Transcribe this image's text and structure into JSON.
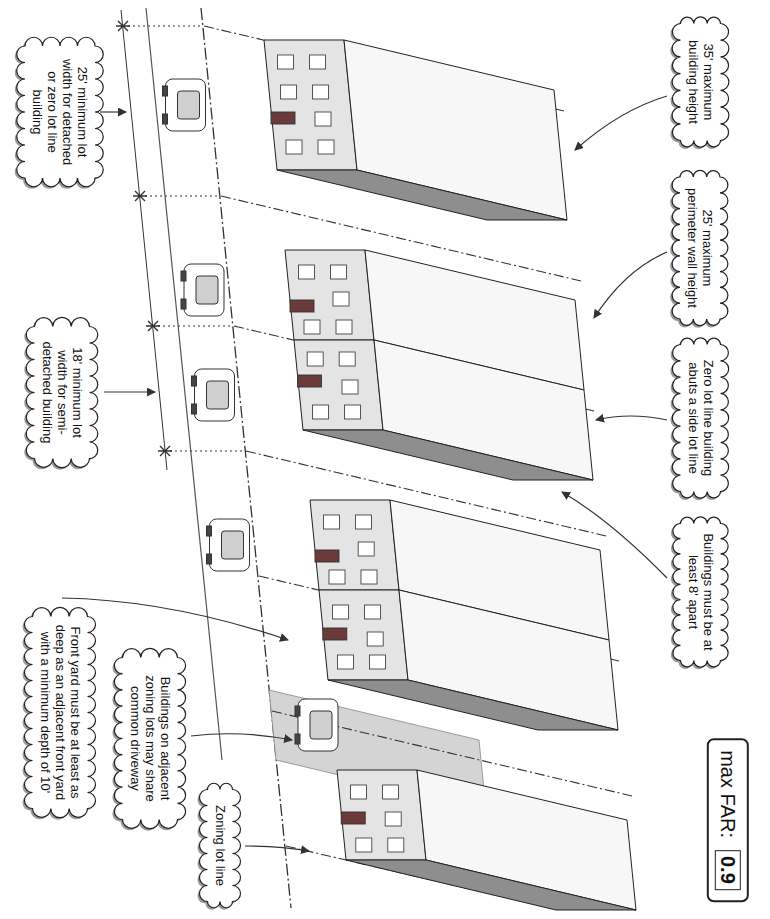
{
  "diagram": {
    "nodes": [
      {
        "text": [
          "35' maximum building height"
        ]
      },
      {
        "text": [
          "25' maximum perimeter wall height"
        ]
      },
      {
        "text": [
          "Zero lot line building abuts a side lot line"
        ]
      },
      {
        "text": [
          "Buildings must be at least 8' apart"
        ]
      },
      {
        "text": [
          "max FAR:",
          "0.9"
        ]
      },
      {
        "text": [
          "25' minimum lot width for detached or zero lot line building"
        ]
      },
      {
        "text": [
          "18' minimum lot width for semi-detached building"
        ]
      },
      {
        "text": [
          "Front yard must be at least as deep as an adjacent front yard with a minimum depth of 10'"
        ]
      },
      {
        "text": [
          "Buildings on adjacent zoning lots may share common driveway"
        ]
      },
      {
        "text": [
          "Zoning lot line"
        ]
      }
    ]
  }
}
